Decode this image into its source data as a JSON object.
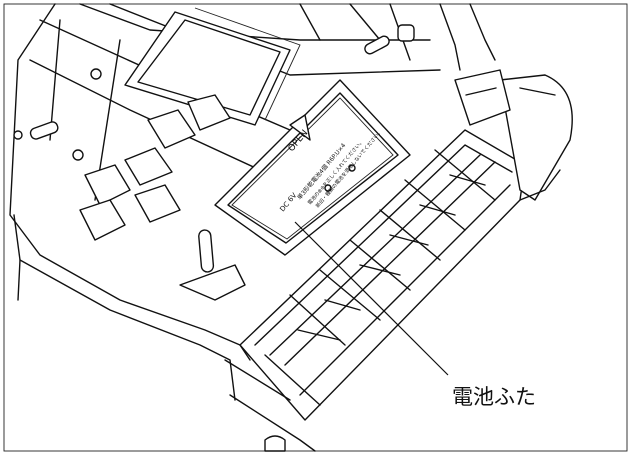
{
  "callout_label": "電池ふた",
  "cover_text": {
    "open": "OPEN",
    "voltage": "DC 6V",
    "battery_line": "単3形乾電池4個 R6P.U×4",
    "note_line_1": "電池の⊕⊖を正しく入れてください。",
    "note_line_2": "新旧・種類の電池を混用しないでください。"
  }
}
